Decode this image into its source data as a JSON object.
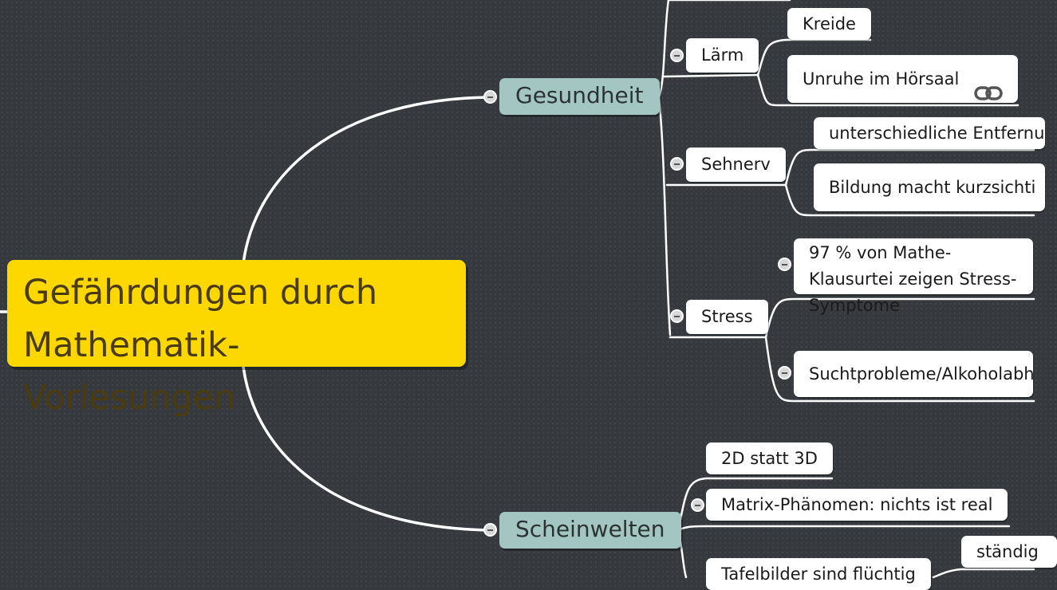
{
  "root": "Gefährdungen durch Mathematik-Vorlesungen",
  "branches": {
    "gesundheit": {
      "label": "Gesundheit",
      "laerm": {
        "label": "Lärm",
        "kreide": "Kreide",
        "unruhe": "Unruhe im Hörsaal"
      },
      "sehnerv": {
        "label": "Sehnerv",
        "entfernung": "unterschiedliche Entfernu",
        "bildung": "Bildung macht kurzsichti"
      },
      "stress": {
        "label": "Stress",
        "symptome": "97 % von Mathe-Klausurtei zeigen Stress-Symptome",
        "sucht": "Suchtprobleme/Alkoholabh"
      }
    },
    "scheinwelten": {
      "label": "Scheinwelten",
      "zwei_d": "2D statt 3D",
      "matrix": "Matrix-Phänomen: nichts ist real",
      "tafelbilder": "Tafelbilder sind flüchtig",
      "staendig": "ständig"
    }
  },
  "icons": {
    "link": "link-icon",
    "collapse": "collapse-icon"
  },
  "colors": {
    "background": "#363a3e",
    "root": "#fcd800",
    "main": "#a3c6c2",
    "sub": "#ffffff",
    "line": "#ffffff"
  }
}
